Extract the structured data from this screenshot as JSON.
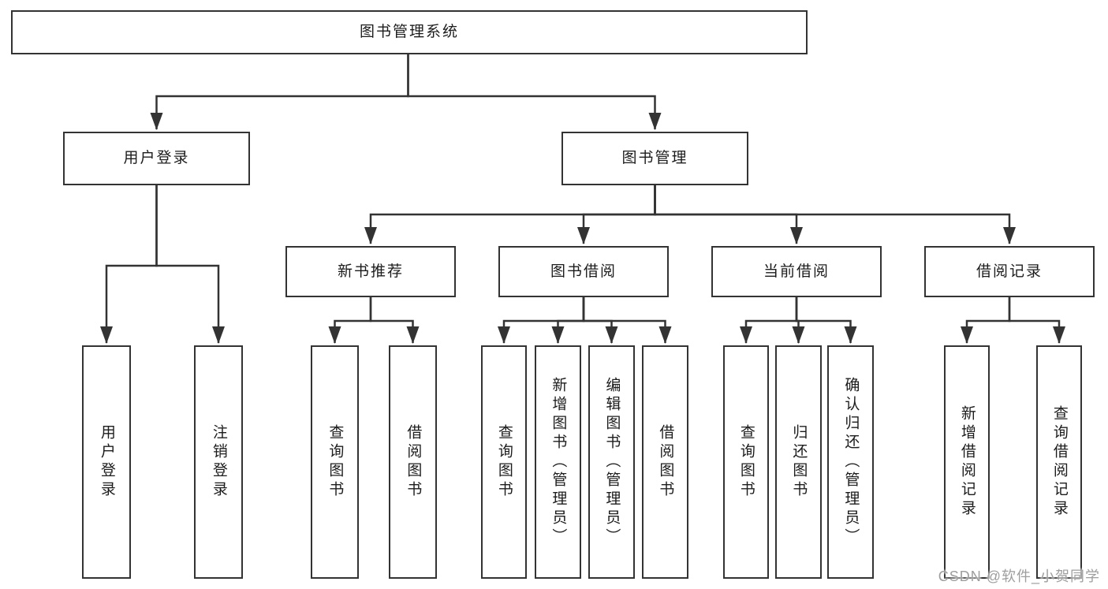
{
  "diagram": {
    "root": {
      "label": "图书管理系统"
    },
    "level2": {
      "user_login": {
        "label": "用户登录"
      },
      "book_management": {
        "label": "图书管理"
      }
    },
    "level3": {
      "new_book_recommend": {
        "label": "新书推荐"
      },
      "book_borrow": {
        "label": "图书借阅"
      },
      "current_borrow": {
        "label": "当前借阅"
      },
      "borrow_records": {
        "label": "借阅记录"
      }
    },
    "leaves": {
      "user_login": {
        "label": "用户登录"
      },
      "logout": {
        "label": "注销登录"
      },
      "nb_query_books": {
        "label": "查询图书"
      },
      "nb_borrow_books": {
        "label": "借阅图书"
      },
      "bb_query_books": {
        "label": "查询图书"
      },
      "bb_add_books": {
        "label": "新增图书（管理员）"
      },
      "bb_edit_books": {
        "label": "编辑图书（管理员）"
      },
      "bb_borrow_books": {
        "label": "借阅图书"
      },
      "cb_query_books": {
        "label": "查询图书"
      },
      "cb_return_books": {
        "label": "归还图书"
      },
      "cb_confirm_return": {
        "label": "确认归还（管理员）"
      },
      "br_add_record": {
        "label": "新增借阅记录"
      },
      "br_query_record": {
        "label": "查询借阅记录"
      }
    }
  },
  "watermark": {
    "text": "CSDN @软件_小贺同学"
  },
  "colors": {
    "line": "#333333",
    "box_border": "#333333",
    "box_fill": "#ffffff",
    "text": "#1c1c1c",
    "watermark_text": "#9e9e9e",
    "background": "#ffffff"
  }
}
